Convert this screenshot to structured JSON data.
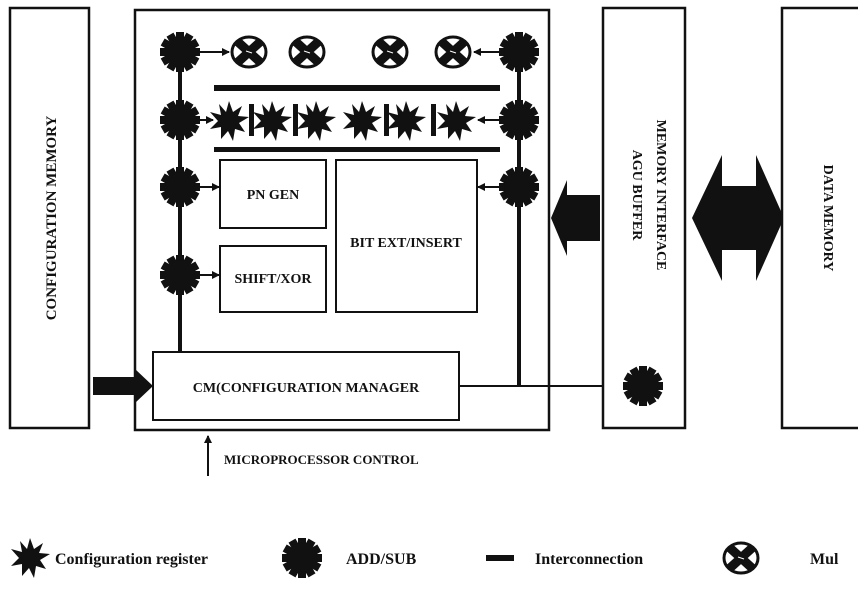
{
  "blocks": {
    "config_memory": "CONFIGURATION MEMORY",
    "memory_interface": "MEMORY INTERFACE",
    "agu_buffer": "AGU BUFFER",
    "data_memory": "DATA MEMORY",
    "pn_gen": "PN GEN",
    "shift_xor": "SHIFT/XOR",
    "bit_ext": "BIT EXT/INSERT",
    "cm": "CM(CONFIGURATION MANAGER",
    "microprocessor": "MICROPROCESSOR CONTROL"
  },
  "legend": {
    "config_register": "Configuration register",
    "add_sub": "ADD/SUB",
    "interconnection": "Interconnection",
    "mul": "Mul"
  }
}
